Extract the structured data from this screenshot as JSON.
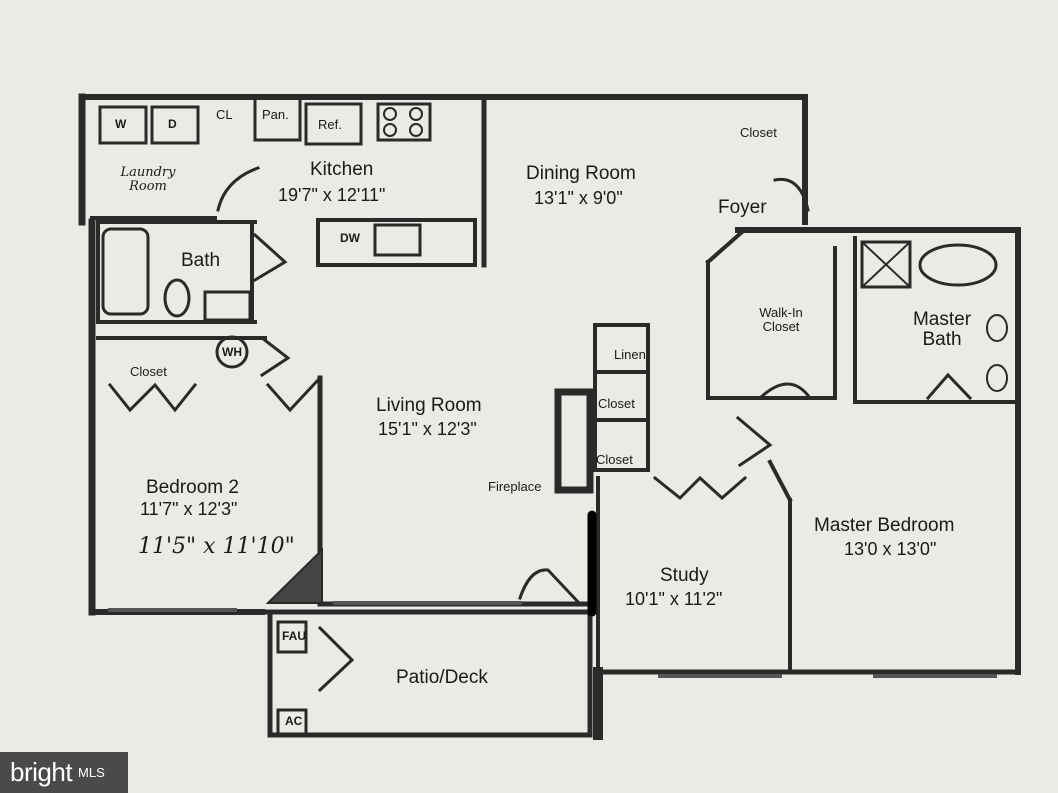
{
  "rooms": {
    "laundry": {
      "name": "Laundry\nRoom",
      "washer": "W",
      "dryer": "D",
      "closet": "CL"
    },
    "pantry": "Pan.",
    "refrigerator": "Ref.",
    "kitchen": {
      "name": "Kitchen",
      "dims": "19'7\" x 12'11\"",
      "dishwasher": "DW"
    },
    "dining": {
      "name": "Dining Room",
      "dims": "13'1\" x 9'0\""
    },
    "foyer": "Foyer",
    "foyer_closet": "Closet",
    "bath": "Bath",
    "water_heater": "WH",
    "bedroom2_closet": "Closet",
    "bedroom2": {
      "name": "Bedroom 2",
      "dims": "11'7\" x 12'3\"",
      "handwritten": "11'5\" x 11'10\""
    },
    "living": {
      "name": "Living Room",
      "dims": "15'1\" x 12'3\""
    },
    "linen": "Linen",
    "closet_mid": "Closet",
    "closet_low": "Closet",
    "fireplace": "Fireplace",
    "walkin": "Walk-In\nCloset",
    "master_bath": "Master\nBath",
    "master_bedroom": {
      "name": "Master Bedroom",
      "dims": "13'0 x 13'0\""
    },
    "study": {
      "name": "Study",
      "dims": "10'1\" x 11'2\""
    },
    "patio": "Patio/Deck",
    "fau": "FAU",
    "ac": "AC"
  },
  "watermark": {
    "brand": "bright",
    "suffix": "MLS"
  }
}
